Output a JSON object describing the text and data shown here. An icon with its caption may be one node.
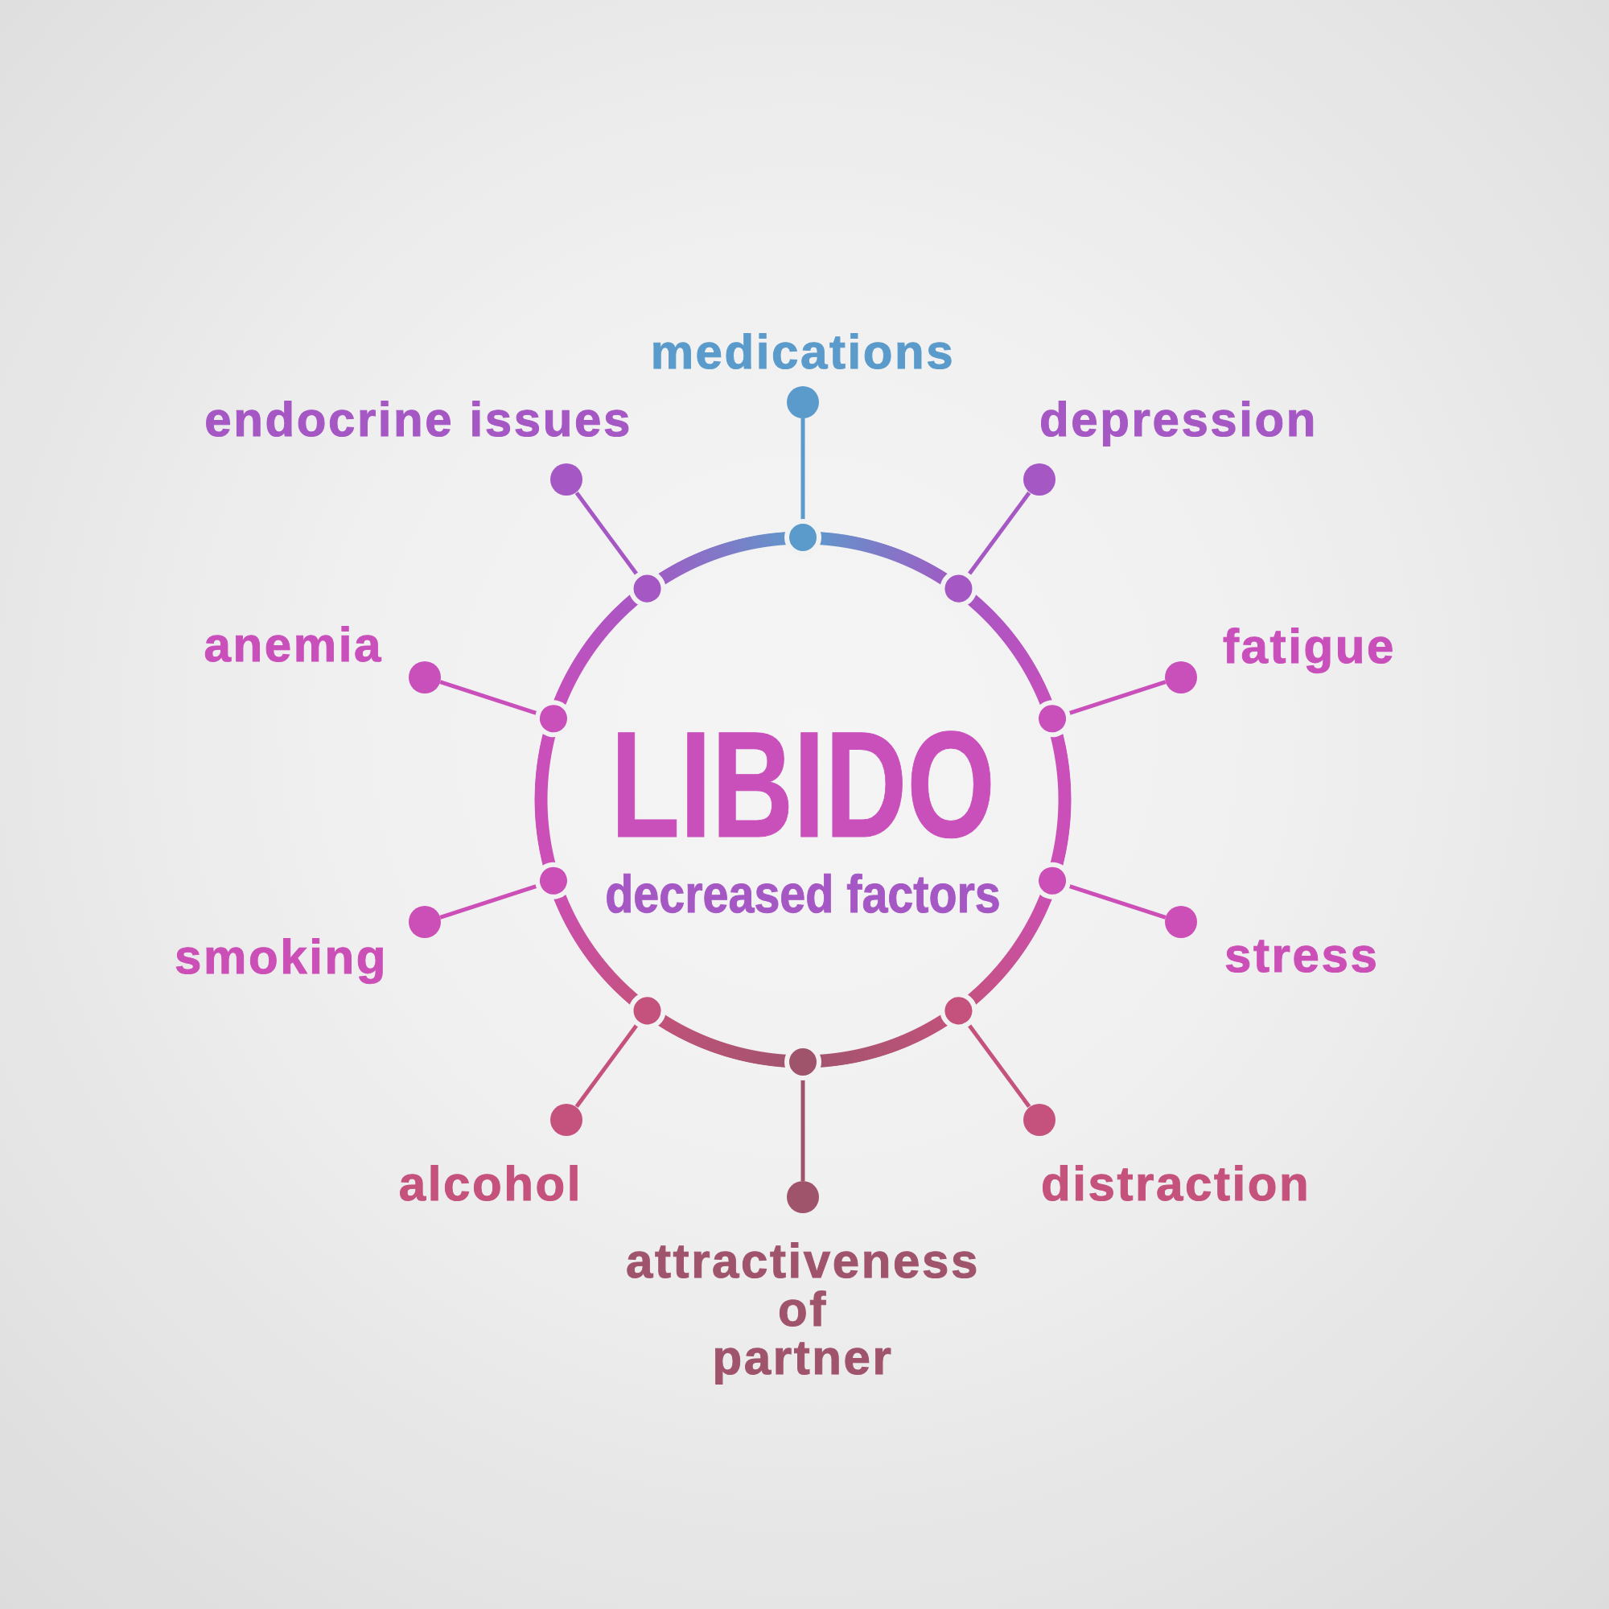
{
  "diagram": {
    "nodes": [
      {
        "text": [
          "LIBIDO",
          "decreased factors"
        ]
      },
      {
        "text": [],
        "shape": "circle",
        "beside": [
          "medications"
        ]
      },
      {
        "text": [],
        "shape": "circle",
        "beside": [
          "endocrine issues"
        ]
      },
      {
        "text": [],
        "shape": "circle",
        "beside": [
          "depression"
        ]
      },
      {
        "text": [],
        "shape": "circle",
        "beside": [
          "anemia"
        ]
      },
      {
        "text": [],
        "shape": "circle",
        "beside": [
          "fatigue"
        ]
      },
      {
        "text": [],
        "shape": "circle",
        "beside": [
          "smoking"
        ]
      },
      {
        "text": [],
        "shape": "circle",
        "beside": [
          "stress"
        ]
      },
      {
        "text": [],
        "shape": "circle",
        "beside": [
          "alcohol"
        ]
      },
      {
        "text": [],
        "shape": "circle",
        "beside": [
          "distraction"
        ]
      },
      {
        "text": [],
        "shape": "circle",
        "beside": [
          "attractiveness of partner"
        ]
      }
    ],
    "edges": [
      {
        "from": 0,
        "to": 1,
        "arrow": "other",
        "color": "#5b9bcb"
      },
      {
        "from": 0,
        "to": 2,
        "arrow": "other",
        "color": "#a557c4"
      },
      {
        "from": 0,
        "to": 3,
        "arrow": "other",
        "color": "#a557c4"
      },
      {
        "from": 0,
        "to": 4,
        "arrow": "other",
        "color": "#c94fbb"
      },
      {
        "from": 0,
        "to": 5,
        "arrow": "other",
        "color": "#c94fbb"
      },
      {
        "from": 0,
        "to": 6,
        "arrow": "other",
        "color": "#cb4fb6"
      },
      {
        "from": 0,
        "to": 7,
        "arrow": "other",
        "color": "#cb4fb6"
      },
      {
        "from": 0,
        "to": 8,
        "arrow": "other",
        "color": "#c4527c"
      },
      {
        "from": 0,
        "to": 9,
        "arrow": "other",
        "color": "#c4527c"
      },
      {
        "from": 0,
        "to": 10,
        "arrow": "other",
        "color": "#a0546c"
      }
    ]
  }
}
